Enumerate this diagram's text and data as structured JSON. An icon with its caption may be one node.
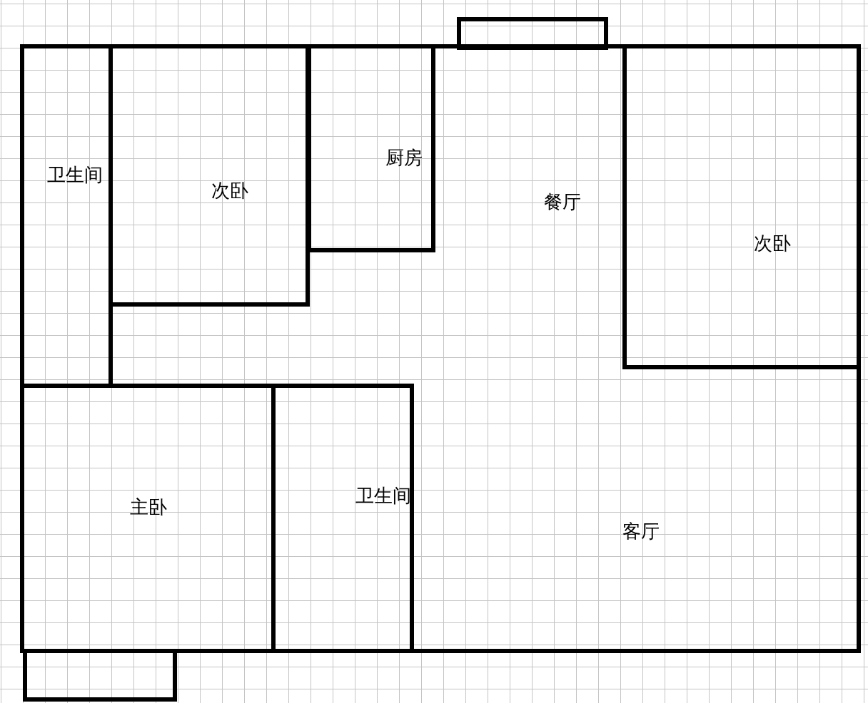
{
  "diagram": {
    "nodes": [
      {
        "text": [],
        "shape": "box"
      },
      {
        "text": [],
        "shape": "box"
      },
      {
        "text": [
          "卫生间"
        ],
        "in": 1
      },
      {
        "text": [
          "次卧"
        ],
        "in": 1
      },
      {
        "text": [
          "厨房"
        ],
        "in": 1
      },
      {
        "text": [
          "次卧"
        ],
        "in": 1
      },
      {
        "text": [
          "主卧"
        ],
        "in": 1
      },
      {
        "text": [
          "卫生间"
        ],
        "in": 1
      },
      {
        "text": [],
        "shape": "box"
      }
    ],
    "labels": [
      "餐厅",
      "客厅"
    ]
  }
}
